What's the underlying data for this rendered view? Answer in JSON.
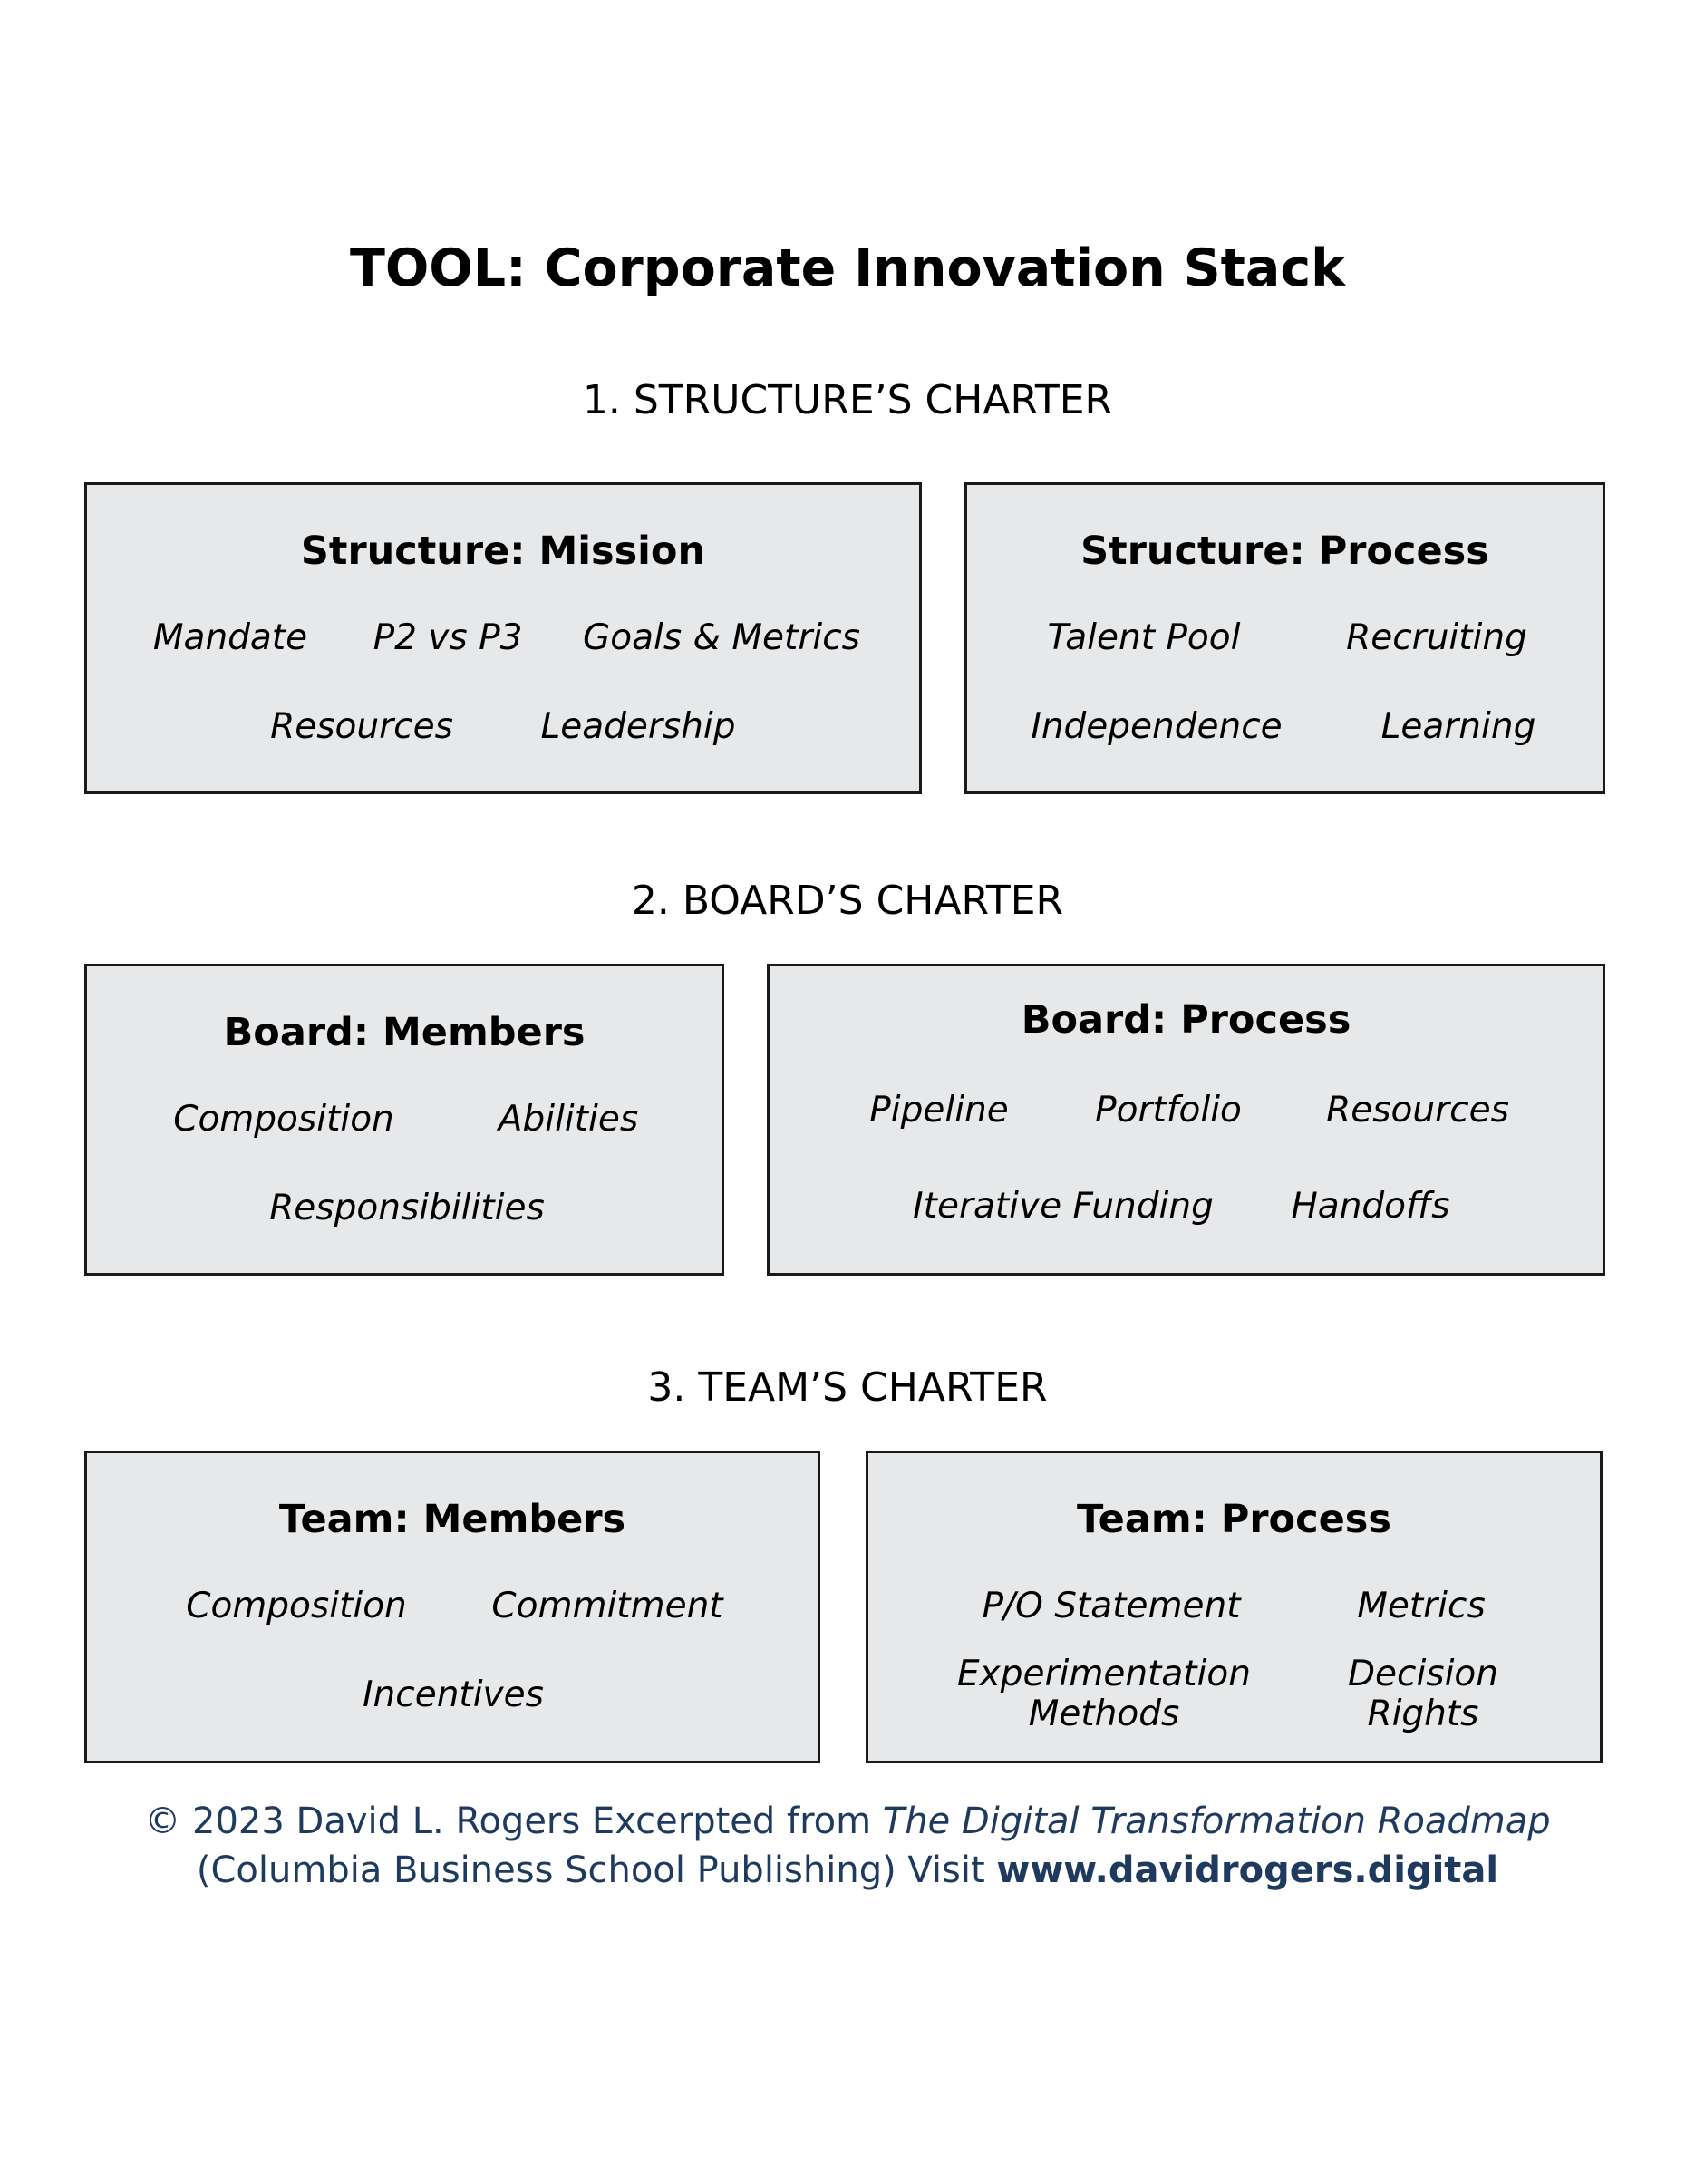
{
  "title": "TOOL: Corporate Innovation Stack",
  "sections": [
    {
      "heading": "1. STRUCTURE’S CHARTER",
      "boxes": [
        {
          "title": "Structure: Mission",
          "items": [
            "Mandate",
            "P2 vs P3",
            "Goals & Metrics",
            "Resources",
            "Leadership"
          ]
        },
        {
          "title": "Structure: Process",
          "items": [
            "Talent Pool",
            "Recruiting",
            "Independence",
            "Learning"
          ]
        }
      ]
    },
    {
      "heading": "2. BOARD’S CHARTER",
      "boxes": [
        {
          "title": "Board: Members",
          "items": [
            "Composition",
            "Abilities",
            "Responsibilities"
          ]
        },
        {
          "title": "Board: Process",
          "items": [
            "Pipeline",
            "Portfolio",
            "Resources",
            "Iterative Funding",
            "Handoffs"
          ]
        }
      ]
    },
    {
      "heading": "3. TEAM’S CHARTER",
      "boxes": [
        {
          "title": "Team: Members",
          "items": [
            "Composition",
            "Commitment",
            "Incentives"
          ]
        },
        {
          "title": "Team: Process",
          "items": [
            "P/O Statement",
            "Metrics",
            "Experimentation\nMethods",
            "Decision\nRights"
          ]
        }
      ]
    }
  ],
  "footer": {
    "line1_prefix": "© 2023 David L. Rogers  Excerpted from ",
    "book_title": "The Digital Transformation Roadmap",
    "line2_prefix": "(Columbia Business School Publishing) Visit ",
    "website": "www.davidrogers.digital"
  }
}
